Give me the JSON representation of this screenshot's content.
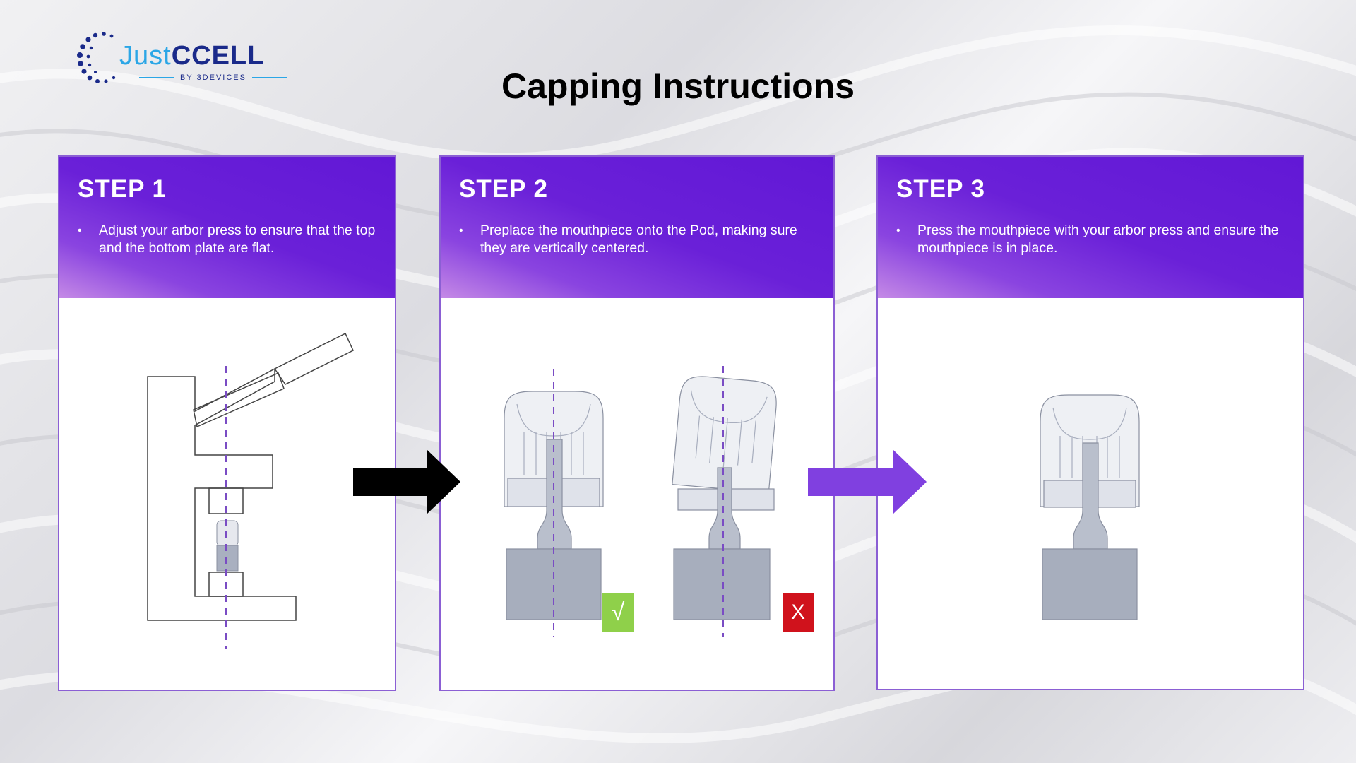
{
  "logo": {
    "word_part1": "Just",
    "word_part2": "CCELL",
    "sub": "BY 3DEVICES",
    "accent": "#2ba6e6",
    "dark": "#1a2a8a"
  },
  "title": "Capping Instructions",
  "steps": [
    {
      "title": "STEP 1",
      "bullets": [
        "Adjust your arbor press to ensure that the top and the bottom plate are flat."
      ]
    },
    {
      "title": "STEP 2",
      "bullets": [
        "Preplace the mouthpiece onto the Pod, making sure they are vertically centered."
      ]
    },
    {
      "title": "STEP 3",
      "bullets": [
        "Press the mouthpiece with your arbor press and ensure the mouthpiece is in place."
      ]
    }
  ],
  "badges": {
    "correct": "√",
    "wrong": "X",
    "correct_color": "#8fd04a",
    "wrong_color": "#d0121c"
  },
  "icons": [
    "arrow-right-icon",
    "check-mark-icon",
    "cross-mark-icon"
  ],
  "colors": {
    "header_purple": "#6a20d8",
    "arrow_black": "#000000",
    "arrow_purple": "#8040e0",
    "guide_line": "#7a4cc4"
  }
}
